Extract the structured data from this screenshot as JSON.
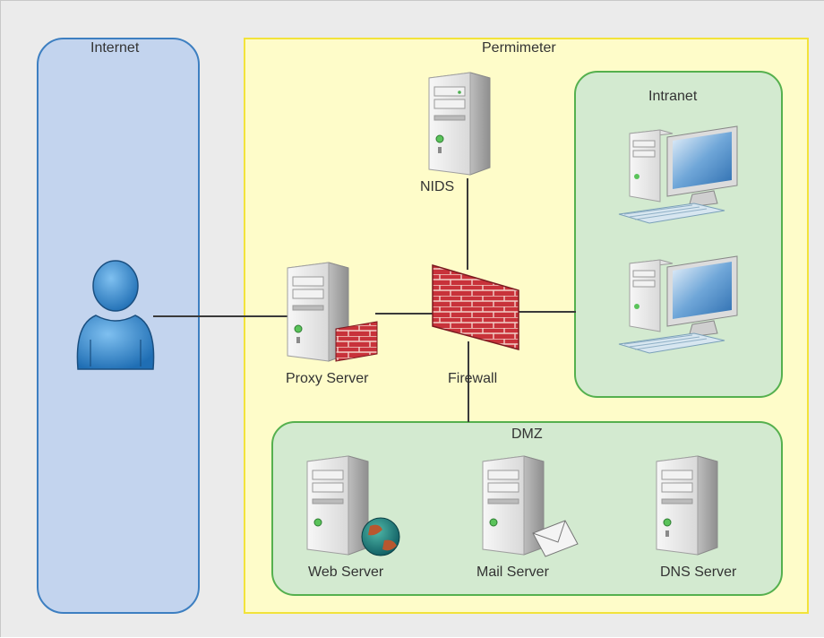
{
  "zones": {
    "internet": {
      "label": "Internet",
      "fill": "#c3d4ee",
      "stroke": "#3d7fc1"
    },
    "perimeter": {
      "label": "Permimeter",
      "fill": "#fefcc9",
      "stroke": "#f2e33a"
    },
    "intranet": {
      "label": "Intranet",
      "fill": "#d3ead0",
      "stroke": "#55b04e"
    },
    "dmz": {
      "label": "DMZ",
      "fill": "#d3ead0",
      "stroke": "#55b04e"
    }
  },
  "nodes": {
    "nids": {
      "label": "NIDS",
      "icon": "server-icon"
    },
    "proxy": {
      "label": "Proxy Server",
      "icon": "server-icon"
    },
    "firewall": {
      "label": "Firewall",
      "icon": "brick-wall-icon"
    },
    "web": {
      "label": "Web Server",
      "icon": "server-icon"
    },
    "mail": {
      "label": "Mail Server",
      "icon": "server-icon"
    },
    "dns": {
      "label": "DNS Server",
      "icon": "server-icon"
    },
    "user": {
      "icon": "user-icon"
    },
    "workstation1": {
      "icon": "workstation-icon"
    },
    "workstation2": {
      "icon": "workstation-icon"
    }
  },
  "colors": {
    "connector": "#3a3a3a",
    "brick": "#c8323a",
    "user_blue": "#2a82c8"
  }
}
